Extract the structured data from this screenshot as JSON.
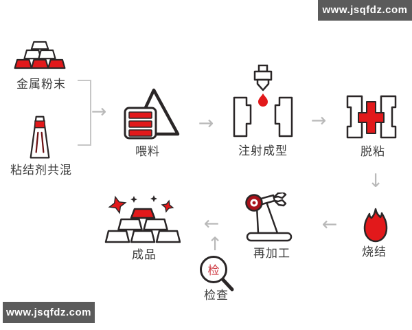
{
  "watermarks": {
    "top_right": "www.jsqfdz.com",
    "bottom_left": "www.jsqfdz.com"
  },
  "nodes": {
    "metal_powder": {
      "label": "金属粉末",
      "icon": "ingot-stack-icon"
    },
    "binder_blend": {
      "label": "粘结剂共混",
      "icon": "binder-bottle-icon"
    },
    "feedstock": {
      "label": "喂料",
      "icon": "feedstock-hopper-icon"
    },
    "injection_molding": {
      "label": "注射成型",
      "icon": "injection-mold-icon"
    },
    "debinding": {
      "label": "脱粘",
      "icon": "debinding-mold-icon"
    },
    "sintering": {
      "label": "烧结",
      "icon": "flame-icon"
    },
    "reprocessing": {
      "label": "再加工",
      "icon": "robot-arm-icon"
    },
    "finished_product": {
      "label": "成品",
      "icon": "finished-ingots-icon"
    },
    "inspection": {
      "label": "检查",
      "icon": "magnifier-icon",
      "lens_char": "检"
    }
  },
  "arrows": {
    "right": "→",
    "left": "←",
    "down": "↓",
    "up": "↑"
  },
  "colors": {
    "accent_red": "#e2191b",
    "dark_outline": "#2a2627",
    "dark_red": "#6b0f12",
    "arrow_gray": "#b9b9b9",
    "bracket_gray": "#c6c6c6",
    "label_text": "#3d3d3d",
    "watermark_bg": "#5b5b5b",
    "watermark_text": "#ffffff",
    "background": "#ffffff"
  }
}
